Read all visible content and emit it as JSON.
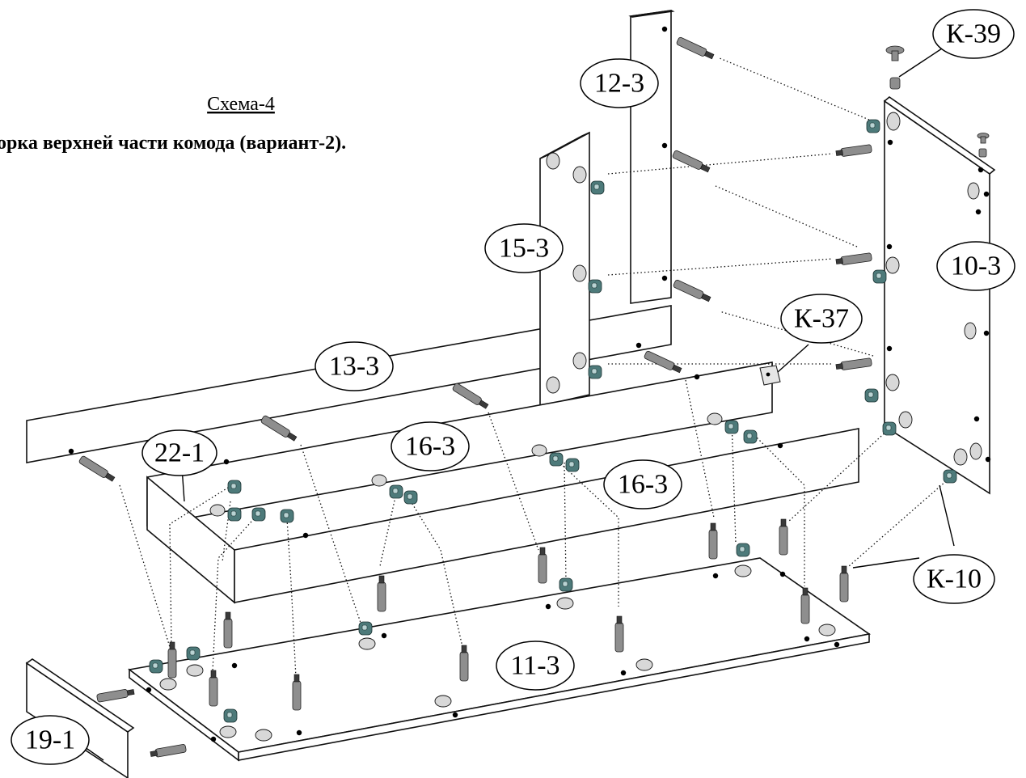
{
  "title": "Схема-4",
  "subtitle": "орка верхней части комода (вариант-2).",
  "parts": [
    {
      "id": "part-12-3",
      "label": "12-3"
    },
    {
      "id": "part-15-3",
      "label": "15-3"
    },
    {
      "id": "part-10-3",
      "label": "10-3"
    },
    {
      "id": "part-13-3",
      "label": "13-3"
    },
    {
      "id": "part-16-3-a",
      "label": "16-3"
    },
    {
      "id": "part-16-3-b",
      "label": "16-3"
    },
    {
      "id": "part-22-1",
      "label": "22-1"
    },
    {
      "id": "part-11-3",
      "label": "11-3"
    },
    {
      "id": "part-19-1",
      "label": "19-1"
    }
  ],
  "fittings": [
    {
      "id": "fitting-k-39",
      "label": "К-39"
    },
    {
      "id": "fitting-k-37",
      "label": "К-37"
    },
    {
      "id": "fitting-k-10",
      "label": "К-10"
    }
  ],
  "colors": {
    "line": "#111111",
    "hole_fill": "#d8d8d8",
    "bolt": "#8e8e8e",
    "cam": "#4d7a7a"
  }
}
